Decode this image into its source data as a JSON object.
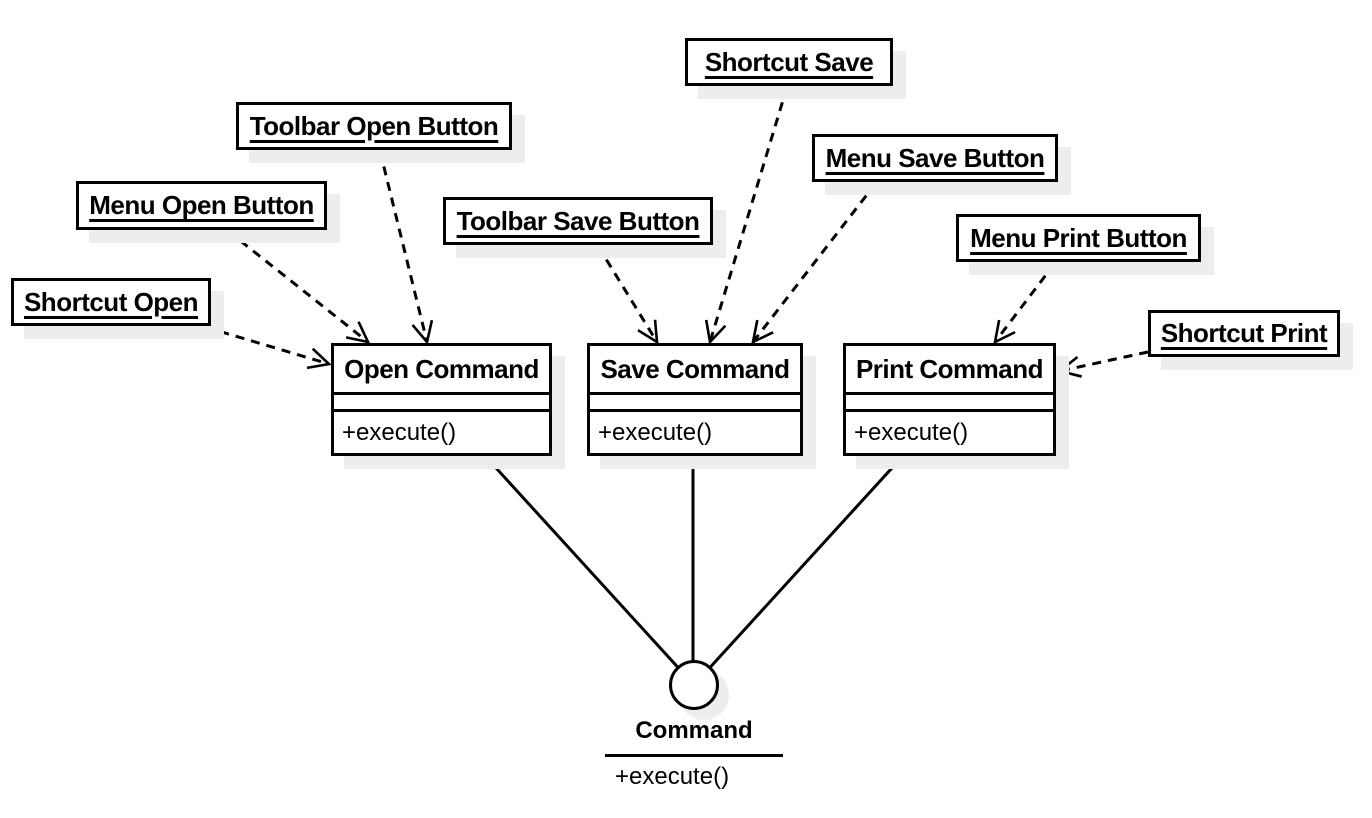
{
  "diagram": {
    "callers": [
      {
        "label": "Shortcut Open"
      },
      {
        "label": "Menu Open Button"
      },
      {
        "label": "Toolbar Open Button"
      },
      {
        "label": "Toolbar Save Button"
      },
      {
        "label": "Shortcut Save"
      },
      {
        "label": "Menu Save Button"
      },
      {
        "label": "Menu Print Button"
      },
      {
        "label": "Shortcut Print"
      }
    ],
    "commands": [
      {
        "title": "Open Command",
        "attributes": "",
        "method": "+execute()"
      },
      {
        "title": "Save Command",
        "attributes": "",
        "method": "+execute()"
      },
      {
        "title": "Print Command",
        "attributes": "",
        "method": "+execute()"
      }
    ],
    "interface": {
      "name": "Command",
      "method": "+execute()"
    },
    "colors": {
      "stroke": "#000000",
      "fill": "#ffffff",
      "shadow": "#ededed"
    }
  }
}
